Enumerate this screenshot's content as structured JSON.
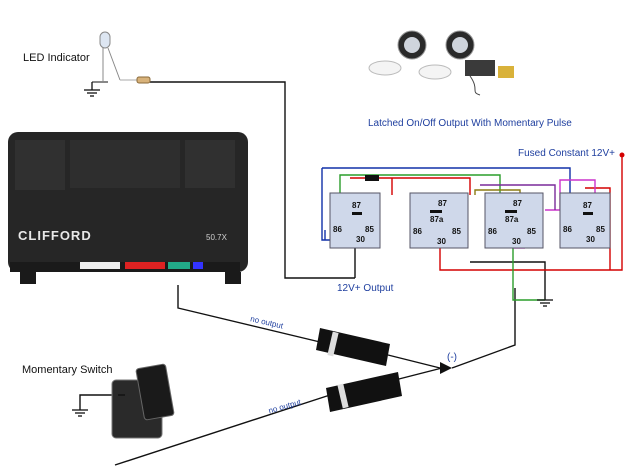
{
  "labels": {
    "led_indicator": "LED Indicator",
    "momentary_switch": "Momentary Switch",
    "latched_title": "Latched On/Off Output With Momentary Pulse",
    "fused_constant": "Fused Constant 12V+",
    "output_12v": "12V+ Output",
    "no_output_1": "no output",
    "no_output_2": "no output",
    "diode_polarity": "(-)"
  },
  "alarm_unit": {
    "brand": "CLIFFORD",
    "model": "50.7X"
  },
  "relay_pins": {
    "p87": "87",
    "p87a": "87a",
    "p86": "86",
    "p85": "85",
    "p30": "30"
  },
  "relay_count": 4,
  "colors": {
    "wire_red": "#d40000",
    "wire_blue": "#1030a8",
    "wire_green": "#2a9d2a",
    "wire_magenta": "#cc33cc",
    "wire_purple": "#7a2a9a",
    "wire_olive": "#8a7a10",
    "relay_fill": "#cfd8ea",
    "unit_body": "#262626"
  }
}
